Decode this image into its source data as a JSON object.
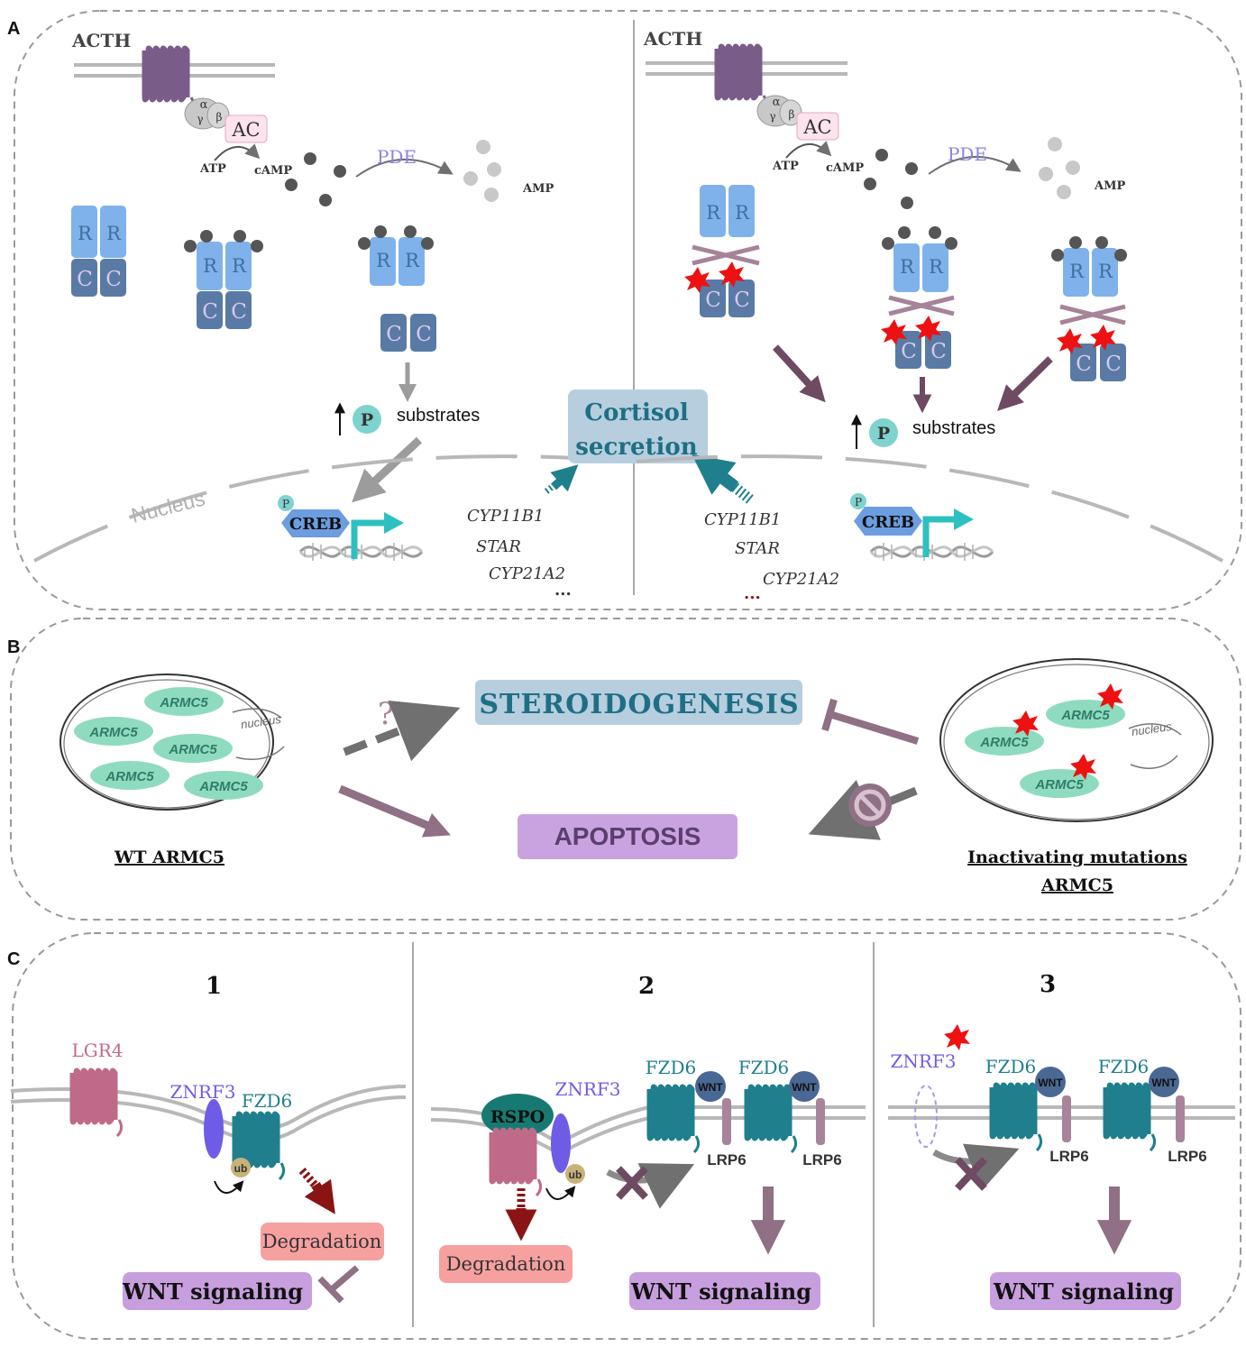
{
  "panels": {
    "a": "A",
    "b": "B",
    "c": "C"
  },
  "panel_a": {
    "left": {
      "acth": "ACTH",
      "alpha": "α",
      "beta": "β",
      "gamma": "γ",
      "ac": "AC",
      "atp": "ATP",
      "camp": "cAMP",
      "pde": "PDE",
      "amp": "AMP",
      "r": "R",
      "c": "C",
      "p": "P",
      "substrates": "substrates",
      "nucleus": "Nucleus",
      "creb": "CREB",
      "creb_p": "P",
      "genes": [
        "CYP11B1",
        "STAR",
        "CYP21A2"
      ],
      "ellipsis": "..."
    },
    "right": {
      "acth": "ACTH",
      "alpha": "α",
      "beta": "β",
      "gamma": "γ",
      "ac": "AC",
      "atp": "ATP",
      "camp": "cAMP",
      "pde": "PDE",
      "amp": "AMP",
      "r": "R",
      "c": "C",
      "p": "P",
      "substrates": "substrates",
      "creb": "CREB",
      "creb_p": "P",
      "genes": [
        "CYP11B1",
        "STAR",
        "CYP21A2"
      ],
      "ellipsis": "..."
    },
    "cortisol_line1": "Cortisol",
    "cortisol_line2": "secretion"
  },
  "panel_b": {
    "question": "?",
    "steroidogenesis": "STEROIDOGENESIS",
    "apoptosis": "APOPTOSIS",
    "armc5": "ARMC5",
    "nucleus": "nucleus",
    "wt_label": "WT ARMC5",
    "mut_label_1": "Inactivating mutations",
    "mut_label_2": "ARMC5"
  },
  "panel_c": {
    "col1": {
      "num": "1",
      "lgr4": "LGR4",
      "znrf3": "ZNRF3",
      "fzd6": "FZD6",
      "ub": "ub",
      "degradation": "Degradation",
      "wnt_signaling": "WNT signaling"
    },
    "col2": {
      "num": "2",
      "rspo": "RSPO",
      "znrf3": "ZNRF3",
      "fzd6": "FZD6",
      "wnt": "WNT",
      "lrp6": "LRP6",
      "ub": "ub",
      "degradation": "Degradation",
      "wnt_signaling": "WNT signaling"
    },
    "col3": {
      "num": "3",
      "znrf3": "ZNRF3",
      "fzd6": "FZD6",
      "wnt": "WNT",
      "lrp6": "LRP6",
      "wnt_signaling": "WNT signaling"
    }
  },
  "colors": {
    "r_subunit": "#7fb2ea",
    "c_subunit": "#5a7aa6",
    "c_text": "#d7c9ec",
    "r_text": "#3f6e9f",
    "camp": "#555555",
    "amp": "#c8c8c8",
    "pde": "#8b84e0",
    "mauve": "#8b6a7f",
    "teal": "#1f7f8c",
    "cortisol_box": "#b7cedf",
    "cortisol_text": "#1e6f84",
    "creb": "#6b9de0",
    "armc5": "#8fdbbf",
    "apoptosis_box": "#c9a3e0",
    "degradation_box": "#f6a0a0",
    "wnt_box": "#c89fde",
    "red_arrow": "#8a1414",
    "mutation_star": "#ee1111",
    "znrf3": "#6f5ce6",
    "lgr4": "#c06a8a"
  }
}
